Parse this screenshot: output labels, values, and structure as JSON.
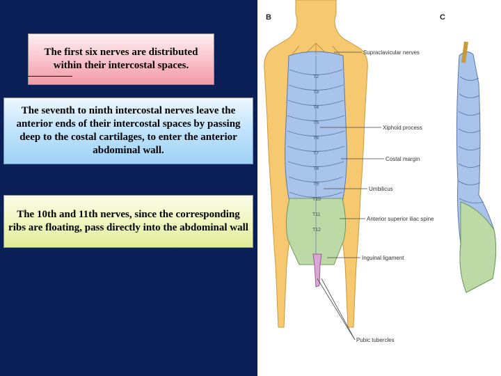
{
  "slide": {
    "box1": {
      "text": "The first six nerves are distributed within their intercostal spaces."
    },
    "box2": {
      "text": "The seventh to ninth intercostal nerves leave the anterior ends of their intercostal spaces by passing deep to the costal cartilages, to enter the anterior abdominal wall."
    },
    "box3": {
      "text": "The 10th and 11th nerves, since the corresponding ribs are floating, pass directly into the abdominal wall"
    }
  },
  "figure": {
    "panel_b": "B",
    "panel_c": "C",
    "labels": [
      "Supraclavicular nerves",
      "Xiphoid process",
      "Costal margin",
      "Umbilicus",
      "Anterior superior iliac spine",
      "Inguinal ligament",
      "Pubic tubercles"
    ],
    "dermatomes": [
      "T2",
      "T3",
      "T4",
      "T5",
      "T6",
      "T7",
      "T8",
      "T9",
      "T10",
      "T11",
      "T12"
    ],
    "colors": {
      "upper_limb": "#f6c970",
      "trunk": "#a9c4ea",
      "lower": "#bcd9a6",
      "genital": "#d9a6d6"
    }
  }
}
